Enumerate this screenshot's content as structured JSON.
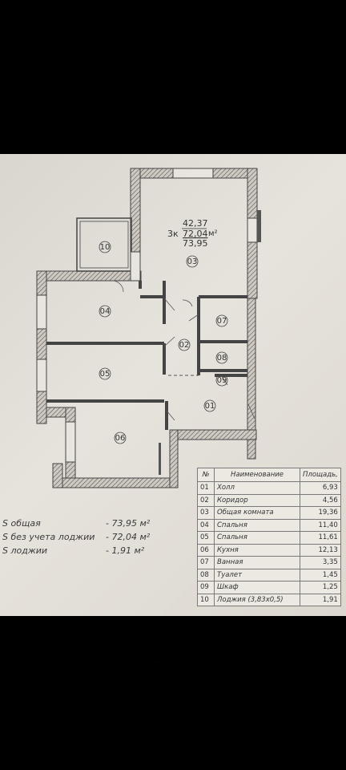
{
  "plan": {
    "apartment_type": "3к",
    "area_living": "42,37",
    "area_without_loggia": "72,04",
    "area_unit": "м²",
    "area_total": "73,95",
    "rooms": [
      "01",
      "02",
      "03",
      "04",
      "05",
      "06",
      "07",
      "08",
      "09",
      "10"
    ]
  },
  "summary": [
    {
      "label": "S общая",
      "value": "- 73,95 м²"
    },
    {
      "label": "S без учета лоджии",
      "value": "- 72,04 м²"
    },
    {
      "label": "S лоджии",
      "value": "- 1,91 м²"
    }
  ],
  "table": {
    "headers": [
      "№",
      "Наименование",
      "Площадь,"
    ],
    "rows": [
      {
        "no": "01",
        "name": "Холл",
        "area": "6,93"
      },
      {
        "no": "02",
        "name": "Коридор",
        "area": "4,56"
      },
      {
        "no": "03",
        "name": "Общая комната",
        "area": "19,36"
      },
      {
        "no": "04",
        "name": "Спальня",
        "area": "11,40"
      },
      {
        "no": "05",
        "name": "Спальня",
        "area": "11,61"
      },
      {
        "no": "06",
        "name": "Кухня",
        "area": "12,13"
      },
      {
        "no": "07",
        "name": "Ванная",
        "area": "3,35"
      },
      {
        "no": "08",
        "name": "Туалет",
        "area": "1,45"
      },
      {
        "no": "09",
        "name": "Шкаф",
        "area": "1,25"
      },
      {
        "no": "10",
        "name": "Лоджия (3,83х0,5)",
        "area": "1,91"
      }
    ]
  }
}
